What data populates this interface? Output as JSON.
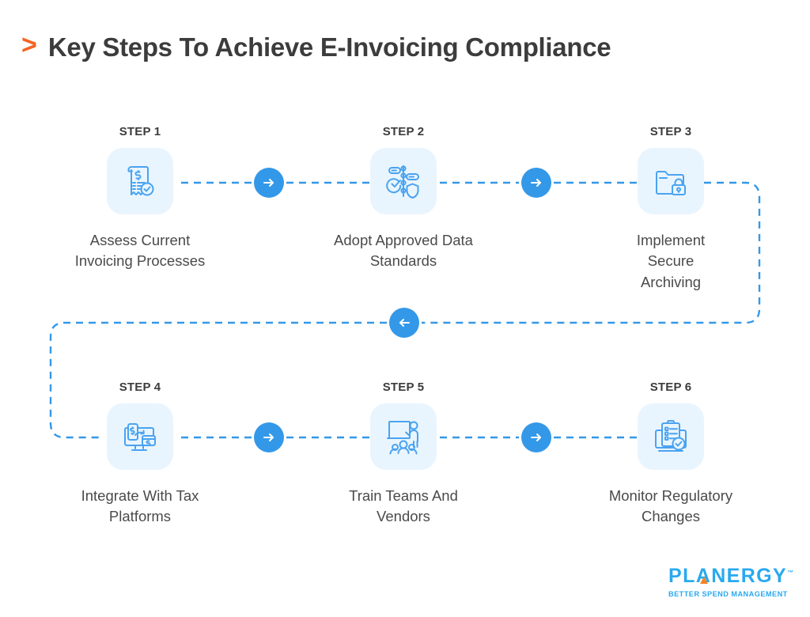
{
  "header": {
    "chevron": ">",
    "title": "Key Steps To Achieve E-Invoicing Compliance"
  },
  "colors": {
    "accent_orange": "#f26522",
    "accent_blue": "#3498e8",
    "icon_stroke": "#4aa3f0",
    "tile_background": "#e9f5fe",
    "title_text": "#3c3c3c",
    "caption_text": "#4a4a4a",
    "connector_dash": "#3498e8",
    "logo_blue": "#29a9ef",
    "logo_orange": "#f58220",
    "page_background": "#ffffff"
  },
  "steps": [
    {
      "label": "STEP 1",
      "caption": "Assess Current\nInvoicing Processes",
      "icon": "invoice-dollar-check-icon"
    },
    {
      "label": "STEP 2",
      "caption": "Adopt Approved Data\nStandards",
      "icon": "data-standards-shield-icon"
    },
    {
      "label": "STEP 3",
      "caption": "Implement\nSecure\nArchiving",
      "icon": "folder-lock-icon"
    },
    {
      "label": "STEP 4",
      "caption": "Integrate With Tax\nPlatforms",
      "icon": "monitor-phone-payment-icon"
    },
    {
      "label": "STEP 5",
      "caption": "Train Teams And\nVendors",
      "icon": "training-presentation-icon"
    },
    {
      "label": "STEP 6",
      "caption": "Monitor Regulatory\nChanges",
      "icon": "clipboard-checklist-check-icon"
    }
  ],
  "arrows": [
    {
      "name": "arrow-step1-to-step2",
      "direction": "right"
    },
    {
      "name": "arrow-step2-to-step3",
      "direction": "right"
    },
    {
      "name": "arrow-step3-to-step4",
      "direction": "left"
    },
    {
      "name": "arrow-step4-to-step5",
      "direction": "right"
    },
    {
      "name": "arrow-step5-to-step6",
      "direction": "right"
    }
  ],
  "logo": {
    "word": "PLANERGY",
    "trademark": "™",
    "tagline": "BETTER SPEND MANAGEMENT"
  }
}
